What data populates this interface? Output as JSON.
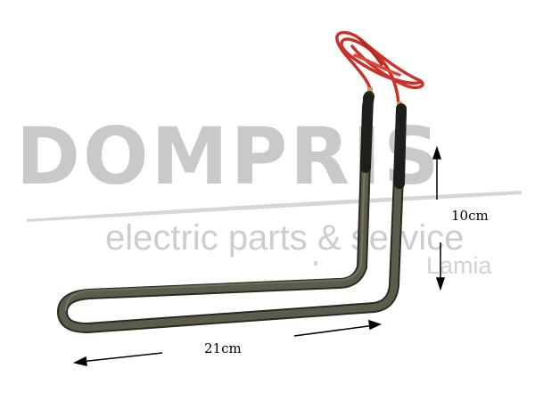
{
  "watermark": {
    "brand": "DOMPRIS",
    "tagline": "electric parts & service",
    "city": "Lamia"
  },
  "dimensions": {
    "height_label": "10cm",
    "width_label": "21cm"
  },
  "colors": {
    "watermark_gray": "#c9c9c9",
    "element_sheath": "#4a4a3e",
    "wire_red": "#c8332a",
    "arrow_black": "#000000"
  }
}
